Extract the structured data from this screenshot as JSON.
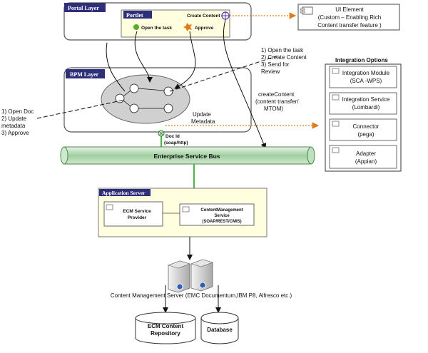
{
  "portal": {
    "title": "Portal Layer",
    "portlet_title": "Portlet",
    "open_task": "Open the task",
    "approve": "Approve",
    "create_content": "Create Content"
  },
  "ui_element": {
    "title": "UI Element",
    "line1": "(Custom – Enabling Rich",
    "line2": "Content transfer feature )"
  },
  "task_steps": {
    "l1": "1) Open the task",
    "l2": "2) Create Content",
    "l3": "3) Send for",
    "l4": "Review"
  },
  "bpm": {
    "title": "BPM Layer",
    "update1": "Update",
    "update2": "Metadata"
  },
  "create_content_label": {
    "l1": "createContent",
    "l2": "(content transfer/",
    "l3": "MTOM)"
  },
  "left_steps": {
    "l1": "1) Open Doc",
    "l2": "2) Update",
    "l3": "metadata",
    "l4": "3) Approve"
  },
  "integration": {
    "title": "Integration Options",
    "items": [
      {
        "l1": "Integration Module",
        "l2": "(SCA -WPS)"
      },
      {
        "l1": "Integration Service",
        "l2": "(Lombardi)"
      },
      {
        "l1": "Connector",
        "l2": "(pega)"
      },
      {
        "l1": "Adapter",
        "l2": "(Appian)"
      }
    ]
  },
  "doc_id": {
    "l1": "Doc Id",
    "l2": "(soap/http)"
  },
  "esb": {
    "label": "Enterprise Service Bus"
  },
  "app_server": {
    "title": "Application Server",
    "ecm_provider": {
      "l1": "ECM Service",
      "l2": "Provider"
    },
    "content_mgmt": {
      "l1": "ContentManagement",
      "l2": "Service",
      "l3": "(SOAP/REST/CMIS)"
    }
  },
  "cms_label": "Content Management Server (EMC Documentum,IBM P8, Alfresco etc.)",
  "repository": {
    "l1": "ECM Content",
    "l2": "Repository"
  },
  "database": {
    "label": "Database"
  }
}
